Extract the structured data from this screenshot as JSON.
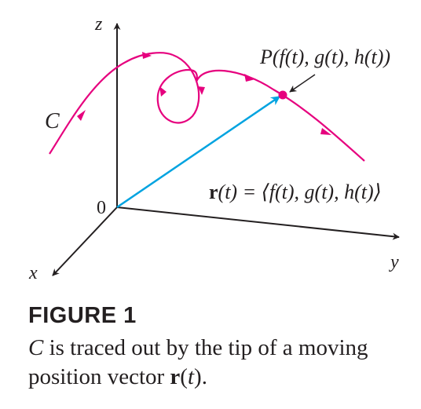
{
  "diagram": {
    "axis_z": "z",
    "axis_y": "y",
    "axis_x": "x",
    "origin": "0",
    "curve_label": "C",
    "point_label": "P(f(t), g(t), h(t))",
    "vector_label": "r(t) = ⟨f(t), g(t), h(t)⟩",
    "colors": {
      "curve": "#e6007e",
      "vector": "#00a3e0",
      "axes": "#231f20"
    }
  },
  "caption": {
    "label": "FIGURE 1",
    "parts": {
      "c": "C",
      "text1": " is traced out by the tip of a moving position vector ",
      "r": "r",
      "text2": "(",
      "t": "t",
      "text3": ")."
    }
  }
}
